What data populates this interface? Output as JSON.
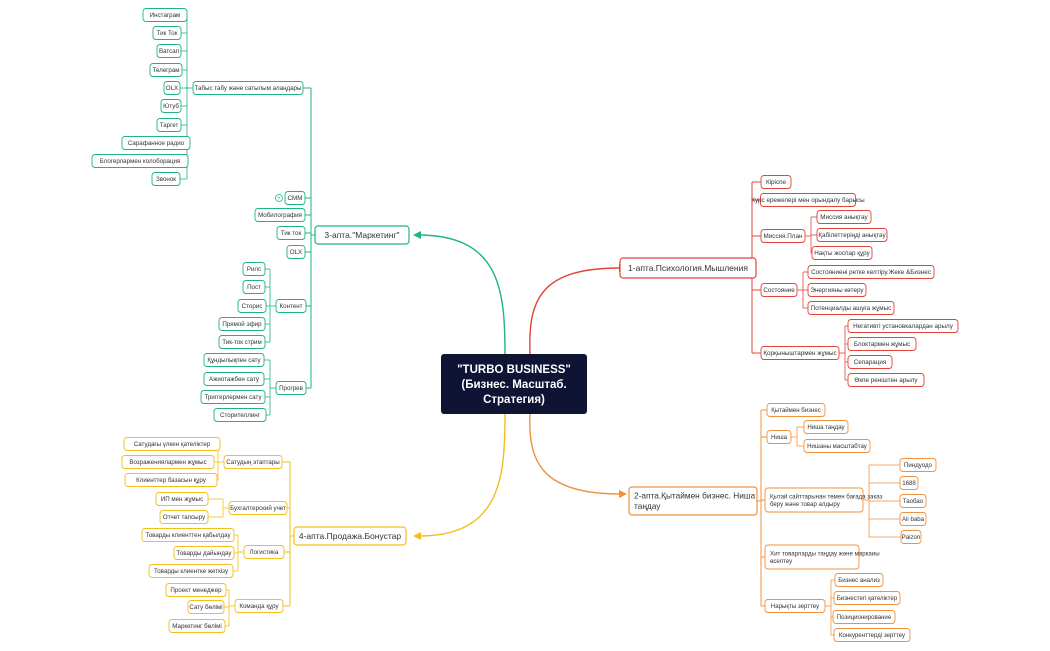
{
  "central": {
    "lines": [
      "\"TURBO BUSINESS\"",
      "(Бизнес. Масштаб.",
      "Стратегия)"
    ]
  },
  "colors": {
    "green": "#1fb38a",
    "red": "#e0453a",
    "orange": "#f0913e",
    "yellow": "#f2bf1b",
    "central_bg": "#0f1434"
  },
  "branches": {
    "psychology": {
      "label": "1-апта.Психология.Мышления",
      "children": [
        {
          "label": "Кіріспе"
        },
        {
          "label": "Курс ережелері мен орындалу барысы"
        },
        {
          "label": "Миссия.План",
          "children": [
            "Миссия анықтау",
            "Қабілеттеріңді анықтау",
            "Нақты жоспар құру"
          ]
        },
        {
          "label": "Состояние",
          "children": [
            "Состояниені ретке келтіру.Жеке &Бизнес",
            "Энергияны көтеру",
            "Потенциалды ашуға жұмыс"
          ]
        },
        {
          "label": "Қорқыныштармен жұмыс",
          "children": [
            "Негативті установкалардан арылу",
            "Блоктармен жұмыс",
            "Сепарация",
            "Өкпе реніштен арылу"
          ]
        }
      ]
    },
    "niche": {
      "label": "2-апта.Қытаймен бизнес. Ниша таңдау",
      "children": [
        {
          "label": "Қытаймен бизнес"
        },
        {
          "label": "Ниша",
          "children": [
            "Ниша таңдау",
            "Нишаны масштабтау"
          ]
        },
        {
          "label": "Қытай сайттарынан төмен бағада заказ беру және товар алдыру",
          "children": [
            "Пиндуодо",
            "1688",
            "Таобао",
            "Ali baba",
            "Paizon"
          ]
        },
        {
          "label": "Хит товарларды таңдау және маркаиы өсептеу"
        },
        {
          "label": "Нарықты зерттеу",
          "children": [
            "Бизнес анализ",
            "Бизнестегі қателіктер",
            "Позиционирование",
            "Конкуренттерді зерттеу"
          ]
        }
      ]
    },
    "marketing": {
      "label": "3-апта.\"Маркетинг\"",
      "children": [
        {
          "label": "Табыс табу және сатылым алаңдары",
          "children": [
            "Инстаграм",
            "Тик Ток",
            "Ватсап",
            "Телеграм",
            "OLX",
            "Ютуб",
            "Таргет",
            "Сарафанное радио",
            "Блогерлармен колоборация",
            "Звонок"
          ]
        },
        {
          "label": "СММ",
          "collapsed_marker": "+"
        },
        {
          "label": "Мобилография"
        },
        {
          "label": "Тик ток"
        },
        {
          "label": "OLX"
        },
        {
          "label": "Контент",
          "children": [
            "Рилс",
            "Пост",
            "Сторис",
            "Прямой эфир",
            "Тик-ток стрим"
          ]
        },
        {
          "label": "Прогрев",
          "children": [
            "Құндылықпен сату",
            "Ажиотажбен сату",
            "Триггерлермен сату",
            "Сторителлинг"
          ]
        }
      ]
    },
    "sales": {
      "label": "4-апта.Продажа.Бонустар",
      "children": [
        {
          "label": "Сатудың этаптары",
          "children": [
            "Сатудағы үлкен қателіктер",
            "Возражениялармен жұмыс",
            "Клиенттер базасын құру"
          ]
        },
        {
          "label": "Бухгалтерский учет",
          "children": [
            "ИП мен жұмыс",
            "Отчет тапсыру"
          ]
        },
        {
          "label": "Логистика",
          "children": [
            "Товарды клиенттен қабылдау",
            "Товарды дайындау",
            "Товарды клиентке жеткізу"
          ]
        },
        {
          "label": "Команда құру",
          "children": [
            "Проект менеджер",
            "Сату бөлімі",
            "Маркетинг бөлімі"
          ]
        }
      ]
    }
  }
}
